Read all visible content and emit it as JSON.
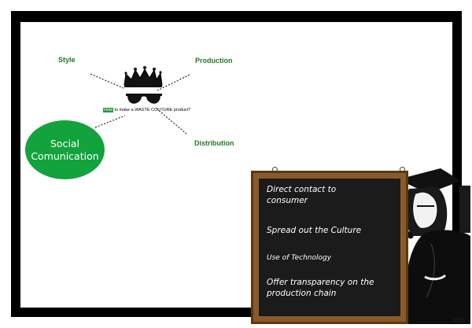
{
  "diagram": {
    "hub_highlight": "How",
    "hub_text": " to make a WASTE COUTURE  product?",
    "nodes": {
      "style": "Style",
      "production": "Production",
      "distribution": "Distribution",
      "social": "Social\nComunication"
    },
    "icons": [
      "crown-icon",
      "sunglasses-icon"
    ]
  },
  "board": {
    "items": [
      "Direct contact to\nconsumer",
      "Spread out the Culture",
      "Use of Technology",
      "Offer transparency on the\nproduction chain"
    ]
  },
  "page_number": "#33",
  "colors": {
    "green_text": "#1e7a1e",
    "green_ellipse": "#12a33d",
    "board_frame": "#8a5a2b",
    "board": "#1b1b1b"
  }
}
